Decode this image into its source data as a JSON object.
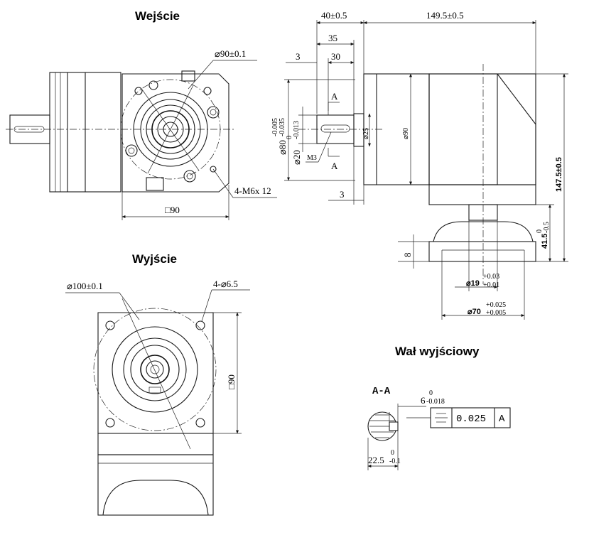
{
  "labels": {
    "input_title": "Wejście",
    "output_title": "Wyjście",
    "shaft_title": "Wał wyjściowy",
    "section_title": "A-A"
  },
  "dimensions": {
    "input_circle_dia": "⌀90±0.1",
    "input_threads": "4-M6x 12",
    "input_square": "□90",
    "d_40": "40±0.5",
    "d_149": "149.5±0.5",
    "d_35": "35",
    "d_30": "30",
    "d_3_top": "3",
    "d_3_bottom": "3",
    "d_80_main": "⌀80",
    "d_80_tol_upper": "-0.005",
    "d_80_tol_lower": "-0.035",
    "d_20_main": "⌀20",
    "d_20_tol_upper": "0",
    "d_20_tol_lower": "-0.013",
    "d_25": "⌀25",
    "d_90_side": "⌀90",
    "d_147": "147.5±0.5",
    "d_41_main": "41.5",
    "d_41_tol_upper": "0",
    "d_41_tol_lower": "-0.5",
    "d_8": "8",
    "d_19_main": "⌀19",
    "d_19_tol_upper": "+0.03",
    "d_19_tol_lower": "+0.01",
    "d_70_main": "⌀70",
    "d_70_tol_upper": "+0.025",
    "d_70_tol_lower": "+0.005",
    "section_mark_top": "A",
    "section_mark_bottom": "A",
    "m3": "M3",
    "output_circle_dia": "⌀100±0.1",
    "output_holes": "4-⌀6.5",
    "output_square": "□90",
    "key_width_main": "6",
    "key_width_tol_upper": "0",
    "key_width_tol_lower": "-0.018",
    "tolerance_value": "0.025",
    "tolerance_datum": "A",
    "shaft_depth_main": "22.5",
    "shaft_depth_tol_upper": "0",
    "shaft_depth_tol_lower": "-0.1"
  }
}
